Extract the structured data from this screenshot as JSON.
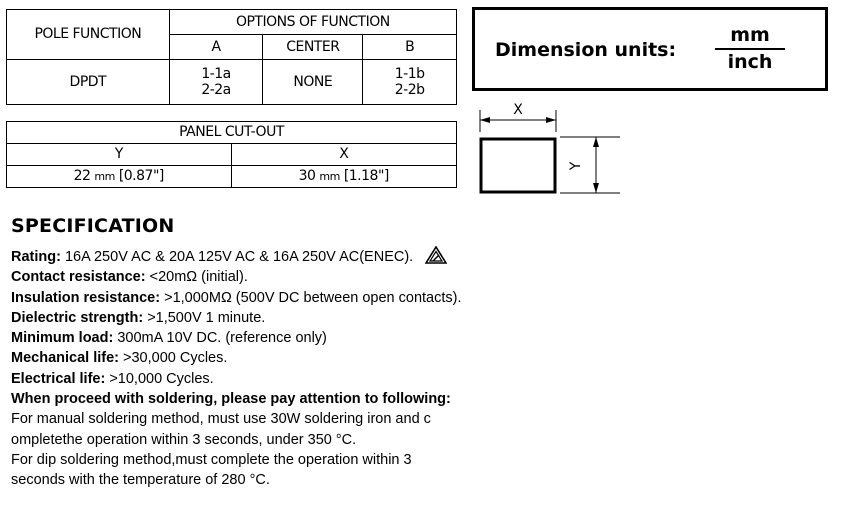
{
  "pole_table": {
    "header_pole": "POLE FUNCTION",
    "header_options": "OPTIONS OF FUNCTION",
    "col_a": "A",
    "col_center": "CENTER",
    "col_b": "B",
    "row_pole": "DPDT",
    "row_a_1": "1-1a",
    "row_a_2": "2-2a",
    "row_center": "NONE",
    "row_b_1": "1-1b",
    "row_b_2": "2-2b"
  },
  "cutout_table": {
    "title": "PANEL CUT-OUT",
    "col_y": "Y",
    "col_x": "X",
    "y_value": "22",
    "y_unit": "mm",
    "y_inch": "[0.87\"]",
    "x_value": "30",
    "x_unit": "mm",
    "x_inch": "[1.18\"]"
  },
  "dimension_units": {
    "label": "Dimension units:",
    "numerator": "mm",
    "denominator": "inch"
  },
  "drawing": {
    "x_label": "X",
    "y_label": "Y"
  },
  "specification": {
    "title": "SPECIFICATION",
    "rating_label": "Rating:",
    "rating_value": "16A 250V AC & 20A 125V AC & 16A 250V AC(ENEC).",
    "contact_label": "Contact resistance:",
    "contact_value": "<20mΩ (initial).",
    "insulation_label": "Insulation resistance:",
    "insulation_value": ">1,000MΩ (500V DC between open contacts).",
    "dielectric_label": "Dielectric strength:",
    "dielectric_value": ">1,500V 1 minute.",
    "minload_label": "Minimum load:",
    "minload_value": "300mA 10V DC. (reference only)",
    "mechanical_label": "Mechanical life:",
    "mechanical_value": ">30,000 Cycles.",
    "electrical_label": "Electrical life:",
    "electrical_value": ">10,000 Cycles.",
    "soldering_heading": "When proceed with soldering, please pay attention to following:",
    "manual_line1": "For manual soldering method, must use 30W soldering iron and c",
    "manual_line2": "ompletethe operation within 3 seconds, under 350 °C.",
    "dip_line1": "For dip soldering method,must complete the operation within 3",
    "dip_line2": "seconds with the temperature of 280 °C."
  }
}
